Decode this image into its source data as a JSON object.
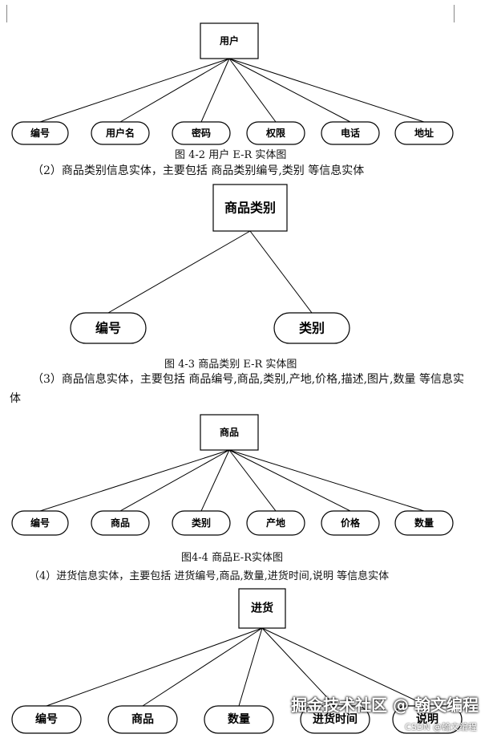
{
  "diagrams": [
    {
      "entity": "用户",
      "attributes": [
        "编号",
        "用户名",
        "密码",
        "权限",
        "电话",
        "地址"
      ],
      "caption": "图 4-2 用户 E-R 实体图"
    },
    {
      "entity": "商品类别",
      "attributes": [
        "编号",
        "类别"
      ],
      "caption": "图 4-3 商品类别 E-R 实体图"
    },
    {
      "entity": "商品",
      "attributes": [
        "编号",
        "商品",
        "类别",
        "产地",
        "价格",
        "数量"
      ],
      "caption": "图4-4 商品E-R实体图"
    },
    {
      "entity": "进货",
      "attributes": [
        "编号",
        "商品",
        "数量",
        "进货时间",
        "说明"
      ],
      "caption": ""
    }
  ],
  "paragraphs": {
    "p2": "（2）商品类别信息实体，主要包括 商品类别编号,类别 等信息实体",
    "p3": "（3）商品信息实体，主要包括 商品编号,商品,类别,产地,价格,描述,图片,数量 等信息实体",
    "p4": "（4）进货信息实体，主要包括 进货编号,商品,数量,进货时间,说明 等信息实体"
  },
  "watermark": {
    "main": "掘金技术社区 @ 翰文编程",
    "sub": "CSDN @翰文编程"
  }
}
